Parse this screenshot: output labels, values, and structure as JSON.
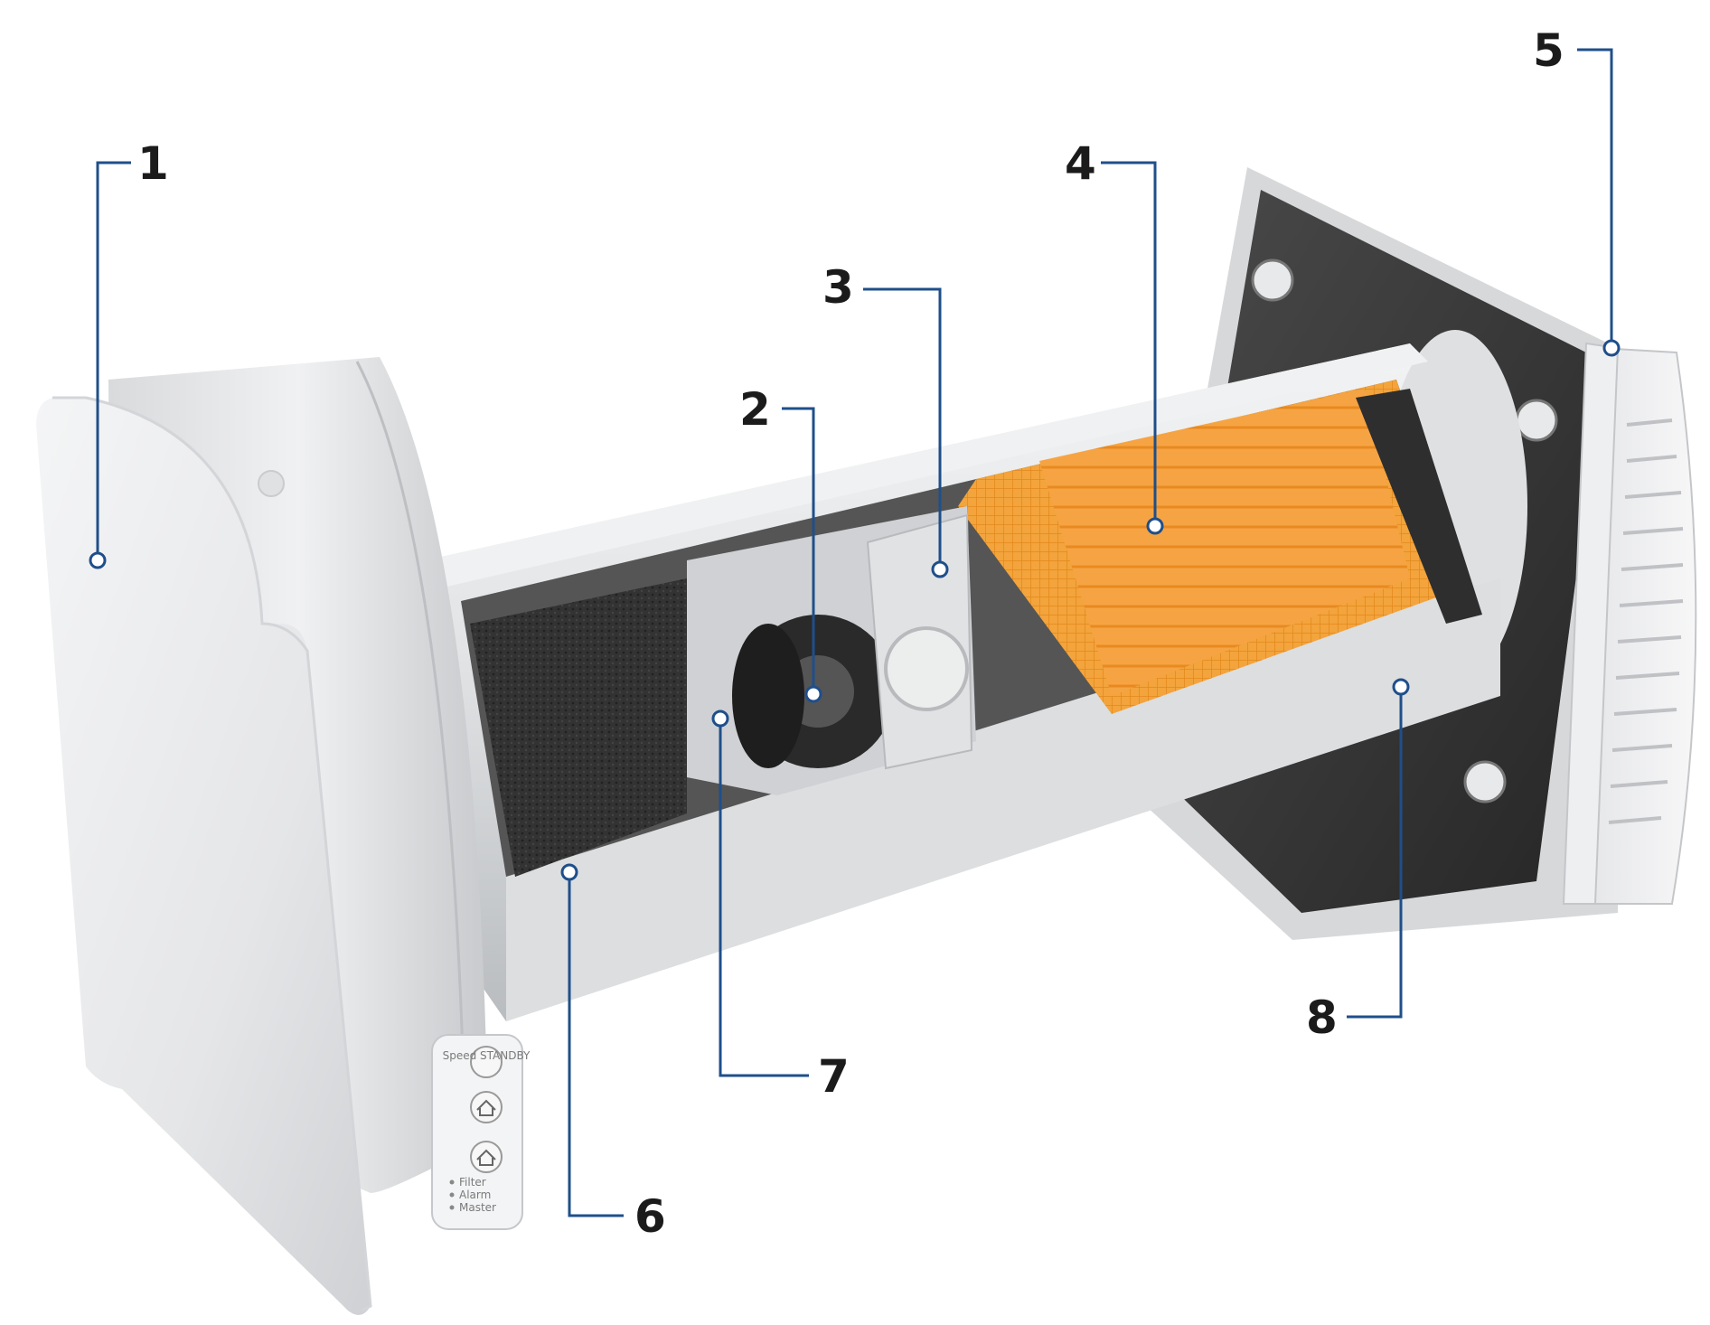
{
  "diagram": {
    "callouts": [
      {
        "id": "1",
        "label": "1"
      },
      {
        "id": "2",
        "label": "2"
      },
      {
        "id": "3",
        "label": "3"
      },
      {
        "id": "4",
        "label": "4"
      },
      {
        "id": "5",
        "label": "5"
      },
      {
        "id": "6",
        "label": "6"
      },
      {
        "id": "7",
        "label": "7"
      },
      {
        "id": "8",
        "label": "8"
      }
    ],
    "control_panel": {
      "buttons": [
        "Speed STANDBY",
        "",
        ""
      ],
      "indicators": [
        "Filter",
        "Alarm",
        "Master"
      ]
    }
  },
  "colors": {
    "leader": "#1f4f8a",
    "housing": "#e6e7e9",
    "heat_exchanger": "#f39a2c",
    "insulation": "#3a3a3a",
    "text": "#1b1b1b"
  }
}
